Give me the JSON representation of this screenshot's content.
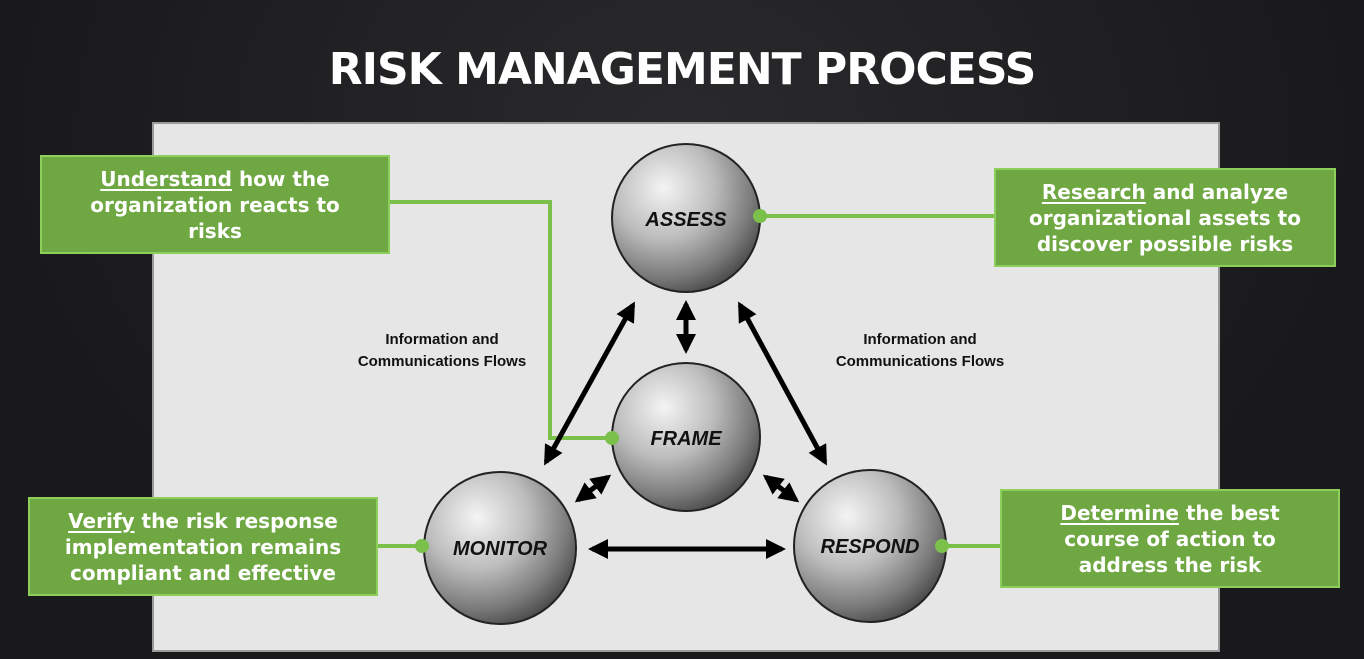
{
  "title": "RISK MANAGEMENT PROCESS",
  "nodes": {
    "assess": "ASSESS",
    "frame": "FRAME",
    "monitor": "MONITOR",
    "respond": "RESPOND"
  },
  "flows": {
    "left_line1": "Information and",
    "left_line2": "Communications Flows",
    "right_line1": "Information and",
    "right_line2": "Communications Flows"
  },
  "callouts": {
    "frame": {
      "keyword": "Understand",
      "rest1": " how the",
      "line2": "organization reacts to",
      "line3": "risks"
    },
    "assess": {
      "keyword": "Research",
      "rest1": " and analyze",
      "line2": "organizational assets to",
      "line3": "discover possible risks"
    },
    "monitor": {
      "keyword": "Verify",
      "rest1": " the risk response",
      "line2": "implementation remains",
      "line3": "compliant and effective"
    },
    "respond": {
      "keyword": "Determine",
      "rest1": " the best",
      "line2": "course of action to",
      "line3": "address the risk"
    }
  },
  "colors": {
    "callout_green": "#6fa843",
    "connector_green": "#7cc04c",
    "background": "#1b1b1d",
    "panel": "#e6e6e6"
  }
}
